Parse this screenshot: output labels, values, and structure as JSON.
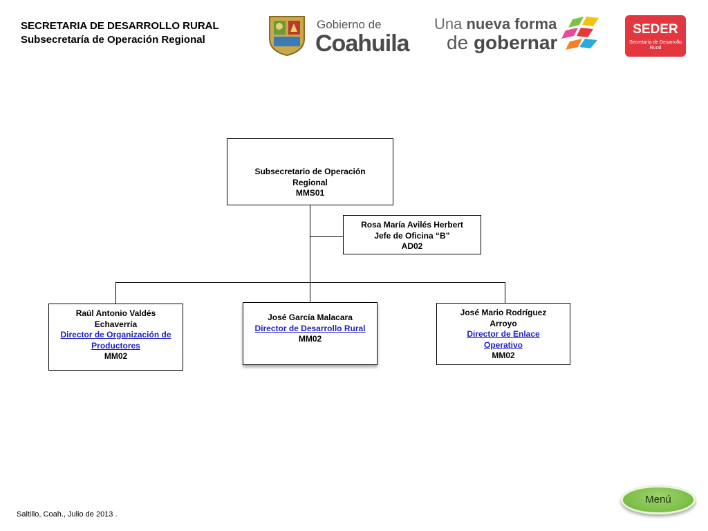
{
  "header": {
    "title_line1": "SECRETARIA DE DESARROLLO RURAL",
    "title_line2": "Subsecretaría de Operación Regional"
  },
  "logos": {
    "coahuila_small": "Gobierno de",
    "coahuila_big": "Coahuila",
    "una_line1_plain": "Una ",
    "una_line1_bold": "nueva forma",
    "una_line2_plain": "de ",
    "una_line2_bold": "gobernar",
    "seder_big": "SEDER",
    "seder_small": "Secretaría de Desarrollo Rural"
  },
  "org": {
    "top": {
      "line1": "Subsecretario de Operación",
      "line2": "Regional",
      "code": "MMS01"
    },
    "assistant": {
      "name": "Rosa María Avilés Herbert",
      "role": "Jefe de Oficina “B”",
      "code": "AD02"
    },
    "left": {
      "name1": "Raúl Antonio Valdés",
      "name2": "Echaverría",
      "role1": "Director de Organización de",
      "role2": "Productores",
      "code": "MM02"
    },
    "center": {
      "name": "José García Malacara",
      "role": "Director de Desarrollo Rural",
      "code": "MM02"
    },
    "right": {
      "name1": "José Mario Rodríguez",
      "name2": "Arroyo",
      "role1": "Director de Enlace",
      "role2": "Operativo",
      "code": "MM02"
    }
  },
  "footer": {
    "text": "Saltillo, Coah., Julio de 2013 ."
  },
  "menu": {
    "label": "Menú"
  },
  "colors": {
    "link": "#1f1fc8",
    "seder_red": "#e33740",
    "menu_green": "#7cbf48"
  }
}
